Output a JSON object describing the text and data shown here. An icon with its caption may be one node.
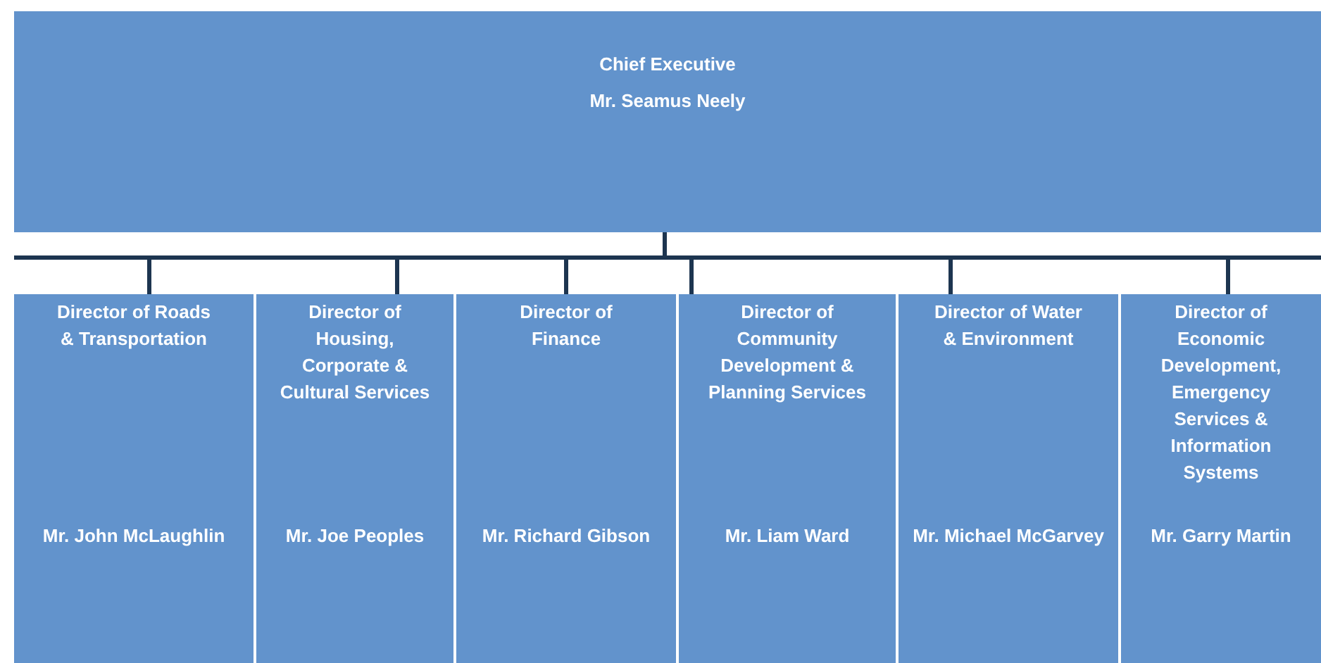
{
  "diagram": {
    "nodes": [
      {
        "text": [
          "Chief Executive",
          "Mr. Seamus Neely"
        ]
      },
      {
        "text": [
          "Director of Roads & Transportation",
          "Mr. John McLaughlin"
        ]
      },
      {
        "text": [
          "Director of Housing, Corporate & Cultural Services",
          "Mr. Joe Peoples"
        ]
      },
      {
        "text": [
          "Director of Finance",
          "Mr. Richard Gibson"
        ]
      },
      {
        "text": [
          "Director of Community Development & Planning Services",
          "Mr. Liam Ward"
        ]
      },
      {
        "text": [
          "Director of Water & Environment",
          "Mr. Michael McGarvey"
        ]
      },
      {
        "text": [
          "Director of Economic Development, Emergency Services & Information Systems",
          "Mr. Garry Martin"
        ]
      }
    ],
    "edges": [
      {
        "from": 0,
        "to": 1,
        "arrow": "none"
      },
      {
        "from": 0,
        "to": 2,
        "arrow": "none"
      },
      {
        "from": 0,
        "to": 3,
        "arrow": "none"
      },
      {
        "from": 0,
        "to": 4,
        "arrow": "none"
      },
      {
        "from": 0,
        "to": 5,
        "arrow": "none"
      },
      {
        "from": 0,
        "to": 6,
        "arrow": "none"
      }
    ]
  }
}
